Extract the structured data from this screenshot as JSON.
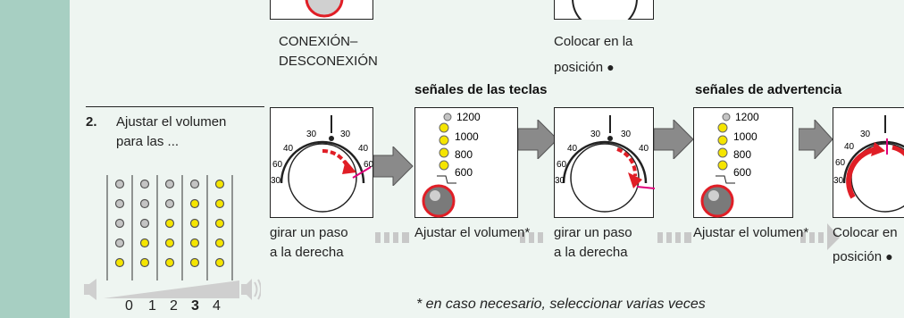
{
  "top": {
    "caption_left_line1": "CONEXIÓN–",
    "caption_left_line2": "DESCONEXIÓN",
    "caption_right_line1": "Colocar en la",
    "caption_right_line2": "posición"
  },
  "headers": {
    "keys": "señales de las teclas",
    "warn": "señales de advertencia"
  },
  "step": {
    "number": "2.",
    "text_line1": "Ajustar el volumen",
    "text_line2": "para las ..."
  },
  "dial_scale": {
    "a": "30",
    "b": "30",
    "c": "40",
    "d": "40",
    "e": "60",
    "f": "60",
    "g": "30",
    "h": "60"
  },
  "level_scale": {
    "l1": "1200",
    "l2": "1000",
    "l3": "800",
    "l4": "600"
  },
  "captions": {
    "turn_line1": "girar un paso",
    "turn_line2": "a la derecha",
    "adjust": "Ajustar el volumen*",
    "turn2_line1": "girar un paso",
    "turn2_line2": "a la derecha",
    "adjust2": "Ajustar el volumen*",
    "place_line1": "Colocar en",
    "place_line2": "posición"
  },
  "volume_scale": {
    "v0": "0",
    "v1": "1",
    "v2": "2",
    "v3": "3",
    "v4": "4",
    "selected": "3"
  },
  "footnote": "* en caso necesario, seleccionar varias veces",
  "colors": {
    "sidebar": "#a7cfc2",
    "accent": "#e01e26",
    "led_on": "#f5e500",
    "led_off": "#c4c4c4",
    "arrow": "#8a8a8a"
  }
}
